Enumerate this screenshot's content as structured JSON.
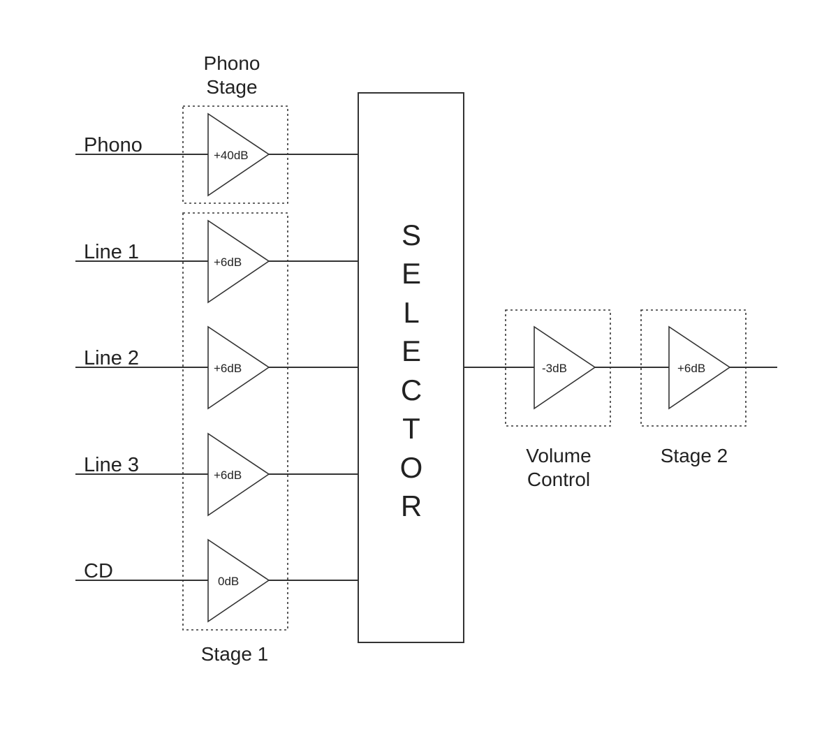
{
  "inputs": [
    {
      "label": "Phono",
      "gain": "+40dB"
    },
    {
      "label": "Line 1",
      "gain": "+6dB"
    },
    {
      "label": "Line 2",
      "gain": "+6dB"
    },
    {
      "label": "Line 3",
      "gain": "+6dB"
    },
    {
      "label": "CD",
      "gain": "0dB"
    }
  ],
  "groups": {
    "phono_stage": [
      "Phono",
      "Stage"
    ],
    "stage1": "Stage 1",
    "volume_control": [
      "Volume",
      "Control"
    ],
    "stage2": "Stage 2"
  },
  "selector": [
    "S",
    "E",
    "L",
    "E",
    "C",
    "T",
    "O",
    "R"
  ],
  "output_chain": {
    "volume_gain": "-3dB",
    "stage2_gain": "+6dB"
  }
}
